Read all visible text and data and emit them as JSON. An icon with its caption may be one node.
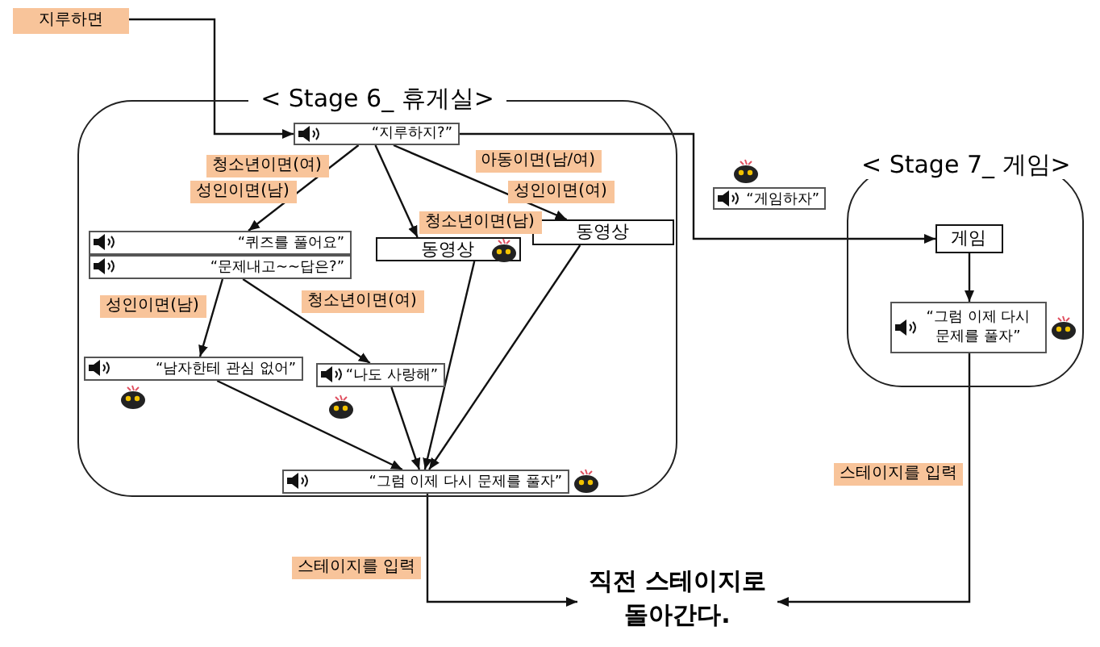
{
  "diagram": {
    "nodes": [
      {
        "text": [
          "< Stage 6_ 휴게실>"
        ]
      },
      {
        "text": [
          "< Stage 7_ 게임>"
        ]
      },
      {
        "text": [
          "지루하면"
        ]
      },
      {
        "text": [
          "“지루하지?”"
        ],
        "in": 0
      },
      {
        "text": [
          "“퀴즈를 풀어요”"
        ],
        "in": 0
      },
      {
        "text": [
          "“문제내고~~답은?”"
        ],
        "in": 0
      },
      {
        "text": [
          "동영상"
        ],
        "in": 0
      },
      {
        "text": [
          "동영상"
        ],
        "in": 0
      },
      {
        "text": [
          "“남자한테 관심 없어”"
        ],
        "in": 0
      },
      {
        "text": [
          "“나도 사랑해”"
        ],
        "in": 0
      },
      {
        "text": [
          "“그럼 이제 다시 문제를 풀자”"
        ],
        "in": 0
      },
      {
        "text": [
          "“게임하자”"
        ]
      },
      {
        "text": [
          "게임"
        ],
        "in": 1
      },
      {
        "text": [
          "“그럼 이제 다시 문제를 풀자”"
        ],
        "in": 1
      },
      {
        "text": [
          "직전 스테이지로 돌아간다."
        ]
      },
      {
        "text": [
          "아동이면(남/여)"
        ],
        "in": 0
      },
      {
        "text": [
          "청소년이면(여)"
        ],
        "in": 0
      },
      {
        "text": [
          "성인이면(남)"
        ],
        "in": 0
      },
      {
        "text": [
          "성인이면(여)"
        ],
        "in": 0
      },
      {
        "text": [
          "청소년이면(남)"
        ],
        "in": 0
      },
      {
        "text": [
          "성인이면(남)"
        ],
        "in": 0
      },
      {
        "text": [
          "청소년이면(여)"
        ],
        "in": 0
      },
      {
        "text": [
          "스테이지를 입력"
        ]
      },
      {
        "text": [
          "스테이지를 입력"
        ]
      }
    ],
    "edges": [
      {
        "from": 2,
        "to": 3,
        "arrow": "to"
      },
      {
        "from": 3,
        "to": 4,
        "arrow": "to"
      },
      {
        "from": 3,
        "to": 6,
        "arrow": "to"
      },
      {
        "from": 3,
        "to": 7,
        "arrow": "to"
      },
      {
        "from": 5,
        "to": 8,
        "arrow": "to"
      },
      {
        "from": 5,
        "to": 9,
        "arrow": "to"
      },
      {
        "from": 8,
        "to": 10,
        "arrow": "to"
      },
      {
        "from": 9,
        "to": 10,
        "arrow": "to"
      },
      {
        "from": 6,
        "to": 10,
        "arrow": "to"
      },
      {
        "from": 7,
        "to": 10,
        "arrow": "to"
      },
      {
        "from": 3,
        "to": 12,
        "arrow": "to"
      },
      {
        "from": 12,
        "to": 13,
        "arrow": "to"
      },
      {
        "from": 10,
        "to": 14,
        "arrow": "to"
      },
      {
        "from": 13,
        "to": 14,
        "arrow": "to"
      }
    ]
  }
}
